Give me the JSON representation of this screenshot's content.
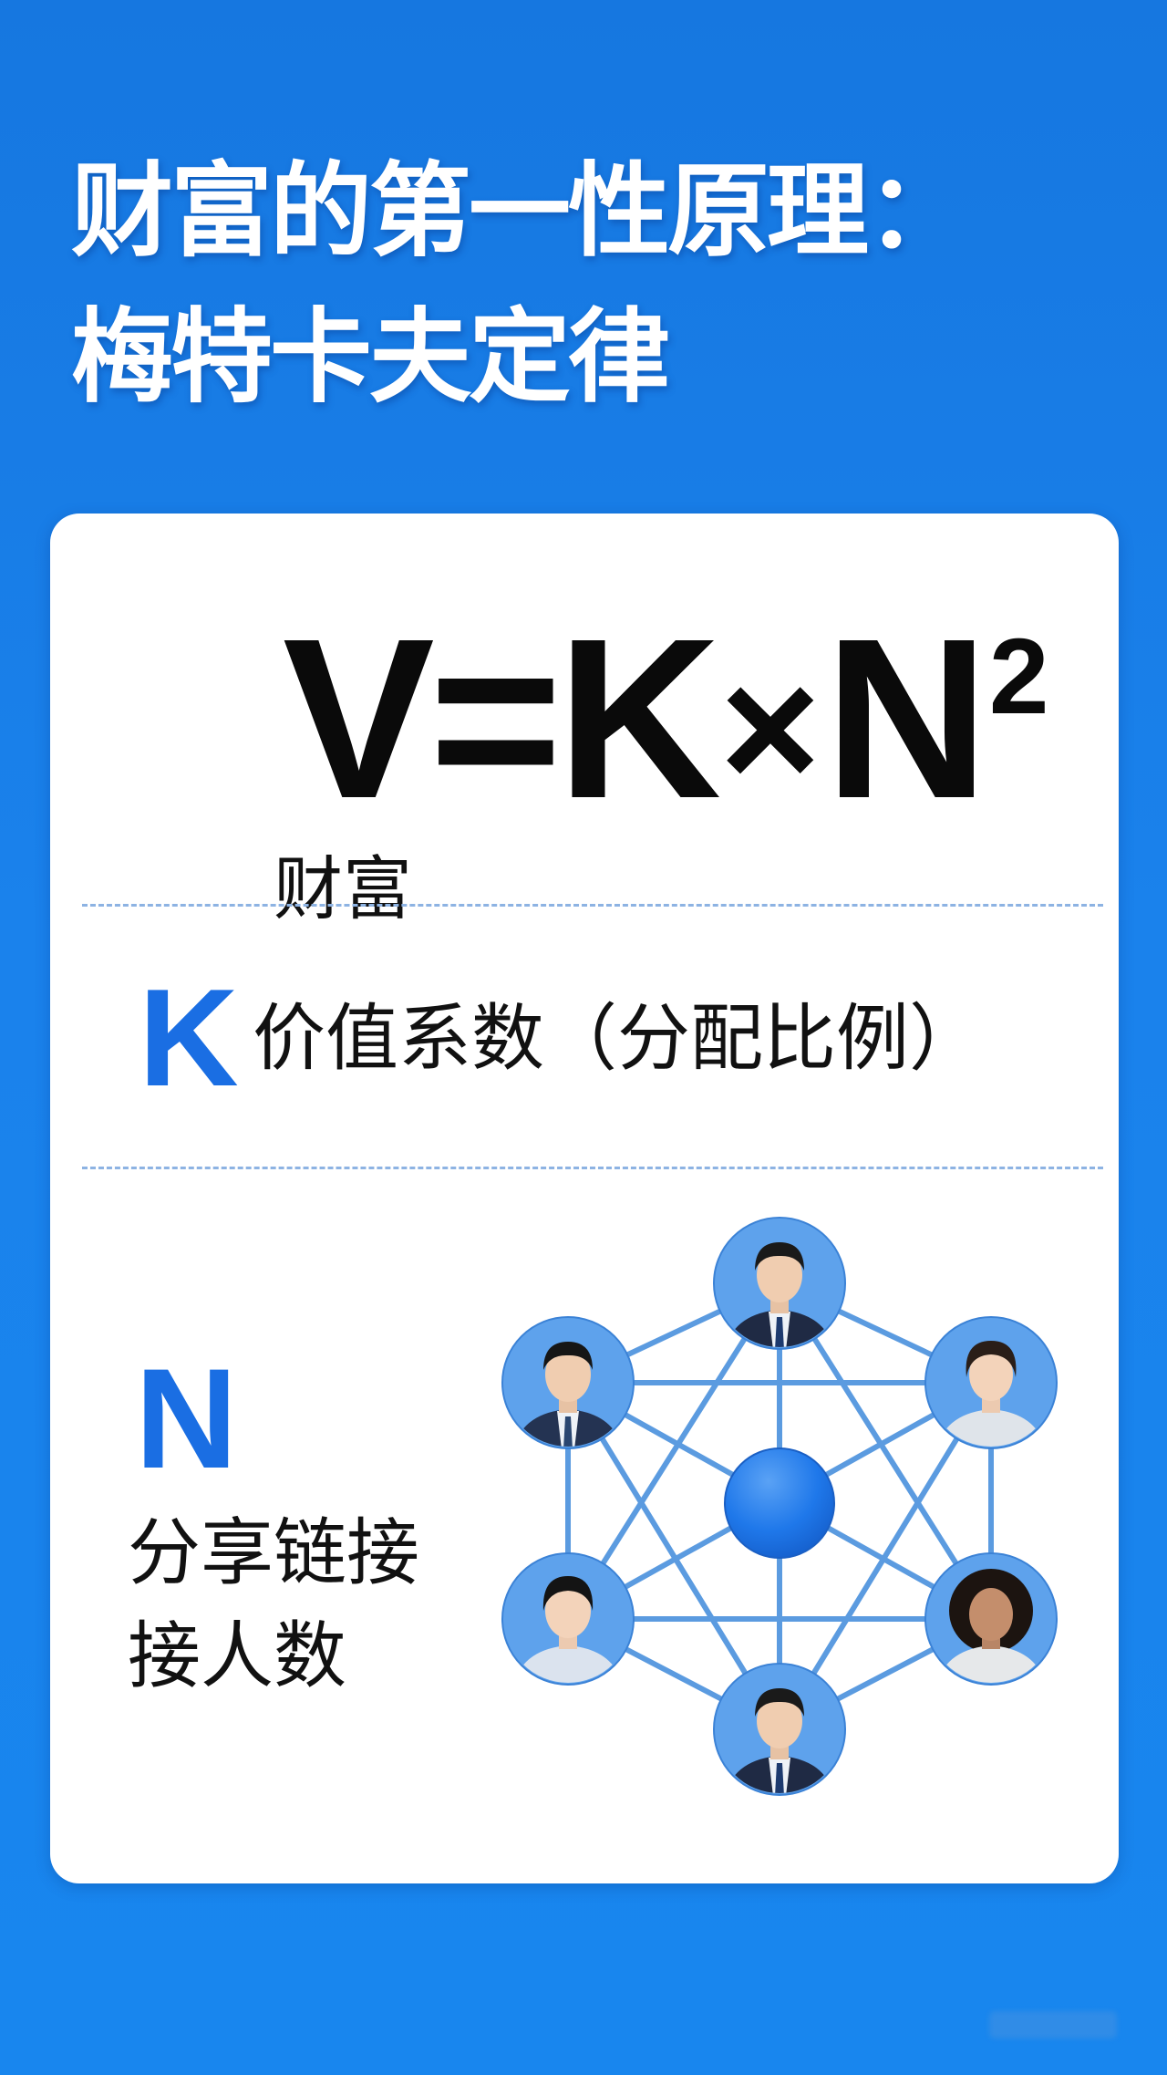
{
  "header": {
    "title_line1": "财富的第一性原理：",
    "title_line2": "梅特卡夫定律"
  },
  "formula": {
    "lhs": "V=K",
    "times": "×",
    "base": "N",
    "exponent": "2",
    "v_label": "财富"
  },
  "k_row": {
    "letter": "K",
    "description": "价值系数（分配比例）"
  },
  "n_row": {
    "letter": "N",
    "description_line1": "分享链接",
    "description_line2": "接人数"
  },
  "network": {
    "icon": "network-graph-icon",
    "hub": "center-hub",
    "nodes": [
      {
        "name": "person-top",
        "icon": "person-avatar-icon"
      },
      {
        "name": "person-upper-left",
        "icon": "person-avatar-icon"
      },
      {
        "name": "person-upper-right",
        "icon": "person-avatar-icon"
      },
      {
        "name": "person-lower-left",
        "icon": "person-avatar-icon"
      },
      {
        "name": "person-lower-right",
        "icon": "person-avatar-icon"
      },
      {
        "name": "person-bottom",
        "icon": "person-avatar-icon"
      }
    ]
  },
  "colors": {
    "background": "#1a82ec",
    "card": "#ffffff",
    "accent": "#1a6ee3",
    "line": "#5b9be0",
    "node_fill": "#5ea2ec",
    "dash": "#8db3e3"
  }
}
